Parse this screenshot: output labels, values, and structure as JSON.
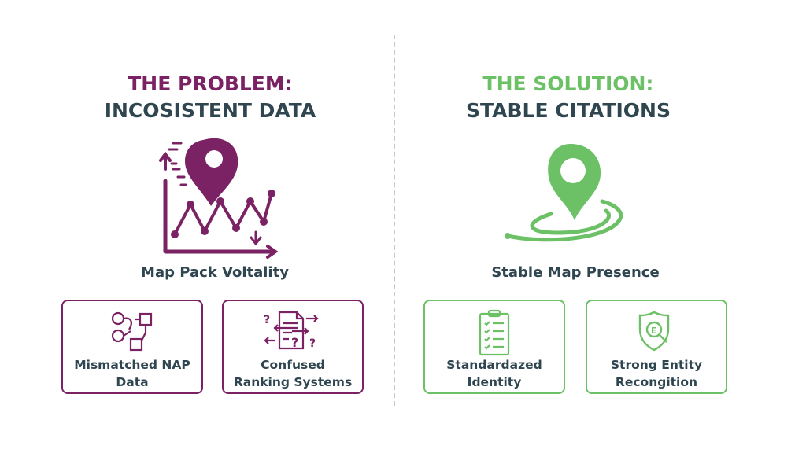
{
  "colors": {
    "problem": "#7a2263",
    "solution": "#6cc065",
    "text": "#2f4550"
  },
  "problem": {
    "title_line1": "THE PROBLEM:",
    "title_line2": "INCOSISTENT DATA",
    "icon": "volatile-map-pin-chart-icon",
    "subtitle": "Map Pack Voltality",
    "cards": [
      {
        "icon": "mismatched-nodes-icon",
        "line1": "Mismatched NAP",
        "line2": "Data"
      },
      {
        "icon": "confused-document-icon",
        "line1": "Confused",
        "line2": "Ranking Systems"
      }
    ]
  },
  "solution": {
    "title_line1": "THE SOLUTION:",
    "title_line2": "STABLE CITATIONS",
    "icon": "stable-map-pin-icon",
    "subtitle": "Stable Map Presence",
    "cards": [
      {
        "icon": "checklist-clipboard-icon",
        "line1": "Standardazed",
        "line2": "Identity"
      },
      {
        "icon": "entity-shield-search-icon",
        "line1": "Strong Entity",
        "line2": "Recongition"
      }
    ]
  }
}
